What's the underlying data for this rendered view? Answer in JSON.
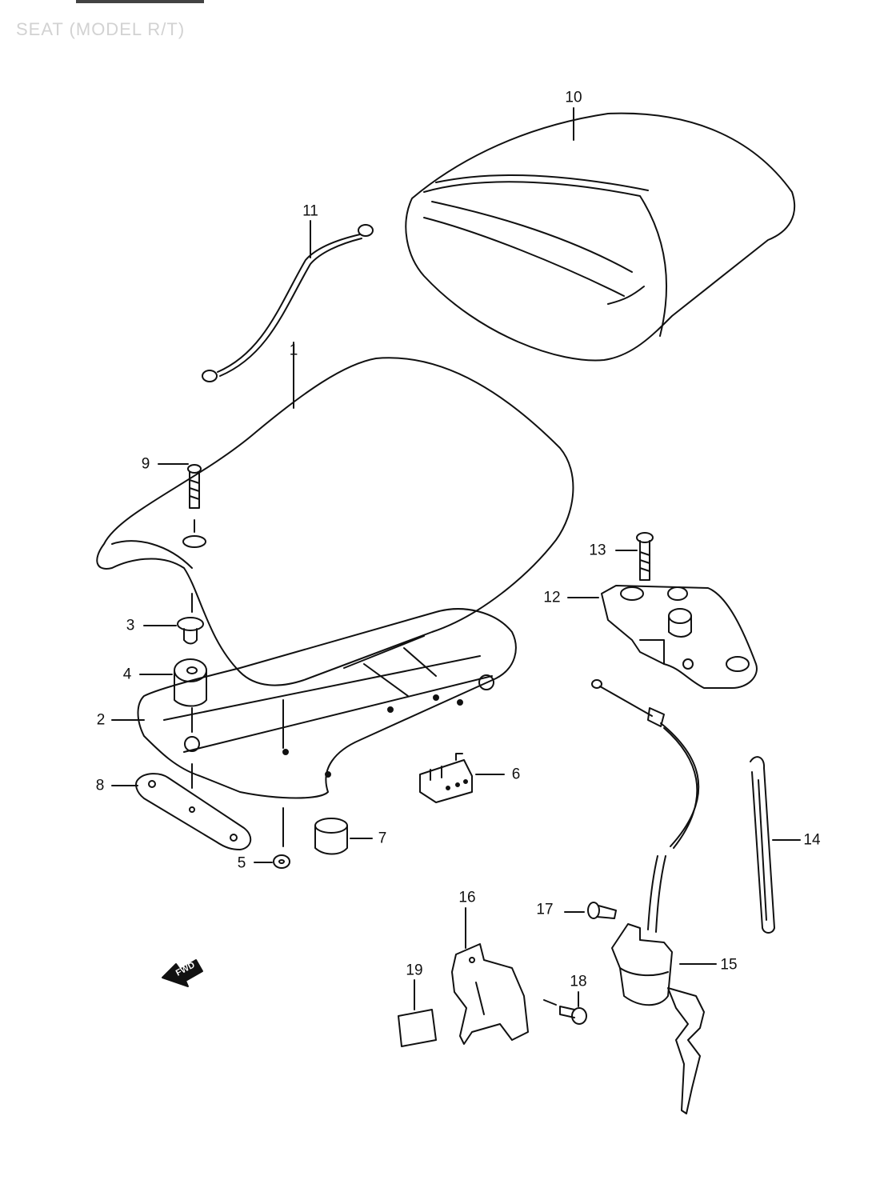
{
  "diagram": {
    "subtitle": "SEAT (MODEL R/T)",
    "fwd_label": "FWD",
    "parts": {
      "p1": "1",
      "p2": "2",
      "p3": "3",
      "p4": "4",
      "p5": "5",
      "p6": "6",
      "p7": "7",
      "p8": "8",
      "p9": "9",
      "p10": "10",
      "p11": "11",
      "p12": "12",
      "p13": "13",
      "p14": "14",
      "p15": "15",
      "p16": "16",
      "p17": "17",
      "p18": "18",
      "p19": "19"
    }
  }
}
